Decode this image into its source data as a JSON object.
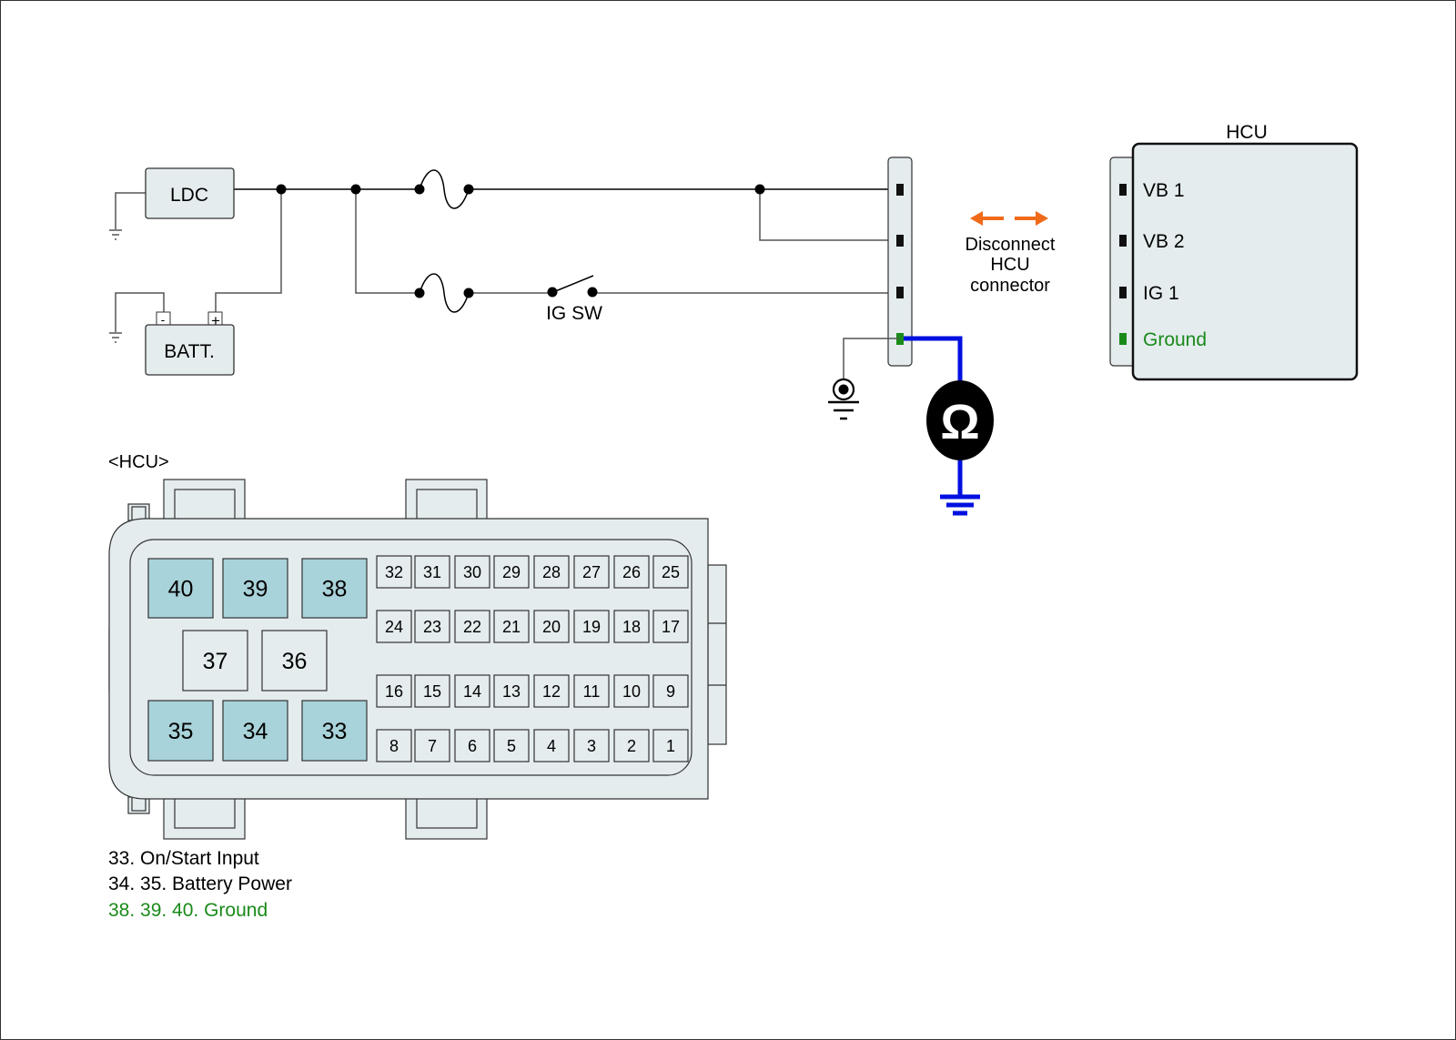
{
  "circuit": {
    "ldc_label": "LDC",
    "battery_label": "BATT.",
    "battery_minus": "-",
    "battery_plus": "+",
    "ig_switch_label": "IG SW",
    "disconnect_note": [
      "Disconnect",
      "HCU",
      "connector"
    ],
    "meter_symbol": "Ω"
  },
  "hcu_box": {
    "title": "HCU",
    "pins": [
      {
        "label": "VB 1",
        "highlight": false
      },
      {
        "label": "VB 2",
        "highlight": false
      },
      {
        "label": "IG 1",
        "highlight": false
      },
      {
        "label": "Ground",
        "highlight": true
      }
    ]
  },
  "connector": {
    "title": "<HCU>",
    "large_pins_top": [
      {
        "num": "40",
        "highlight": true
      },
      {
        "num": "39",
        "highlight": true
      },
      {
        "num": "38",
        "highlight": true
      }
    ],
    "large_pins_mid": [
      {
        "num": "37",
        "highlight": false
      },
      {
        "num": "36",
        "highlight": false
      }
    ],
    "large_pins_bottom": [
      {
        "num": "35",
        "highlight": true
      },
      {
        "num": "34",
        "highlight": true
      },
      {
        "num": "33",
        "highlight": true
      }
    ],
    "small_rows": [
      [
        "32",
        "31",
        "30",
        "29",
        "28",
        "27",
        "26",
        "25"
      ],
      [
        "24",
        "23",
        "22",
        "21",
        "20",
        "19",
        "18",
        "17"
      ],
      [
        "16",
        "15",
        "14",
        "13",
        "12",
        "11",
        "10",
        "9"
      ],
      [
        "8",
        "7",
        "6",
        "5",
        "4",
        "3",
        "2",
        "1"
      ]
    ]
  },
  "legend": [
    {
      "text": "33. On/Start Input",
      "highlight": false
    },
    {
      "text": "34. 35. Battery Power",
      "highlight": false
    },
    {
      "text": "38. 39. 40. Ground",
      "highlight": true
    }
  ],
  "colors": {
    "ground_green": "#1a8a1a",
    "probe_blue": "#0010e0",
    "arrow_orange": "#f06a1a",
    "pin_highlight": "#a9d3da",
    "body_fill": "#e4ecee"
  }
}
